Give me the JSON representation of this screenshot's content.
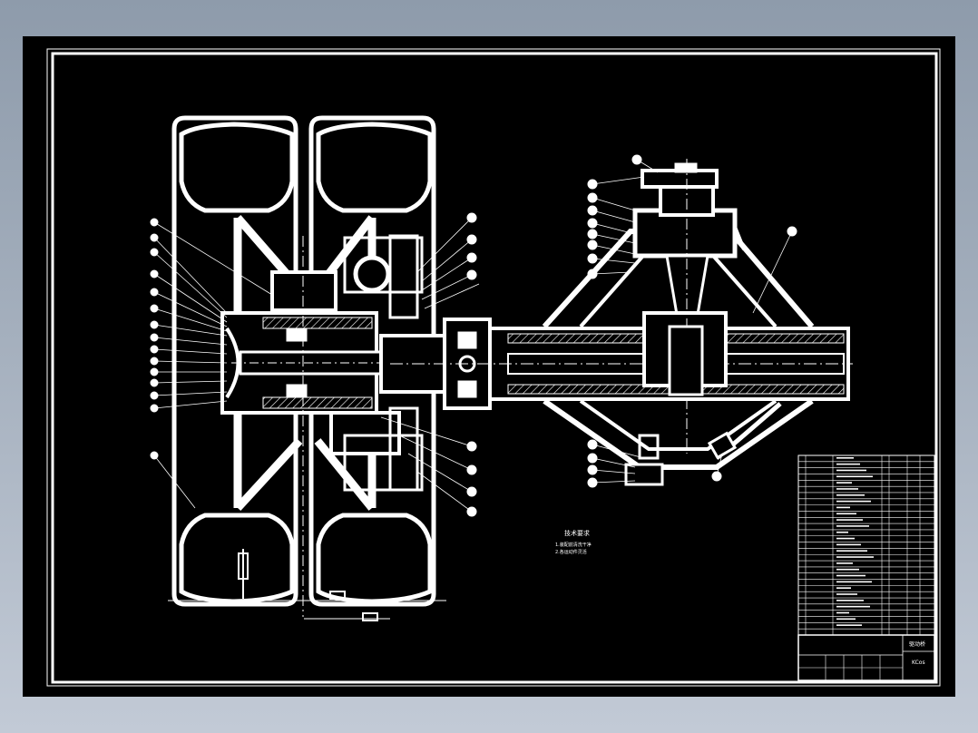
{
  "colors": {
    "background_top": "#8e9bab",
    "background_bottom": "#c2cad6",
    "paper": "#000000",
    "linework": "#ffffff"
  },
  "drawing": {
    "technical_note": [
      "技术要求",
      "1.装配前清洗干净",
      "2.各运动件灵活"
    ],
    "title_block": {
      "drawing_name": "驱动桥",
      "drawing_code": "KCos"
    },
    "parts_list_rows": 29
  }
}
